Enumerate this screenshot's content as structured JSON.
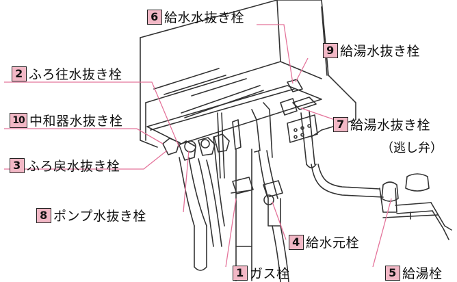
{
  "callouts": [
    {
      "id": "gas",
      "num": "1",
      "text": "ガス栓"
    },
    {
      "id": "bath-return",
      "num": "2",
      "text": "ふろ往水抜き栓"
    },
    {
      "id": "bath-back",
      "num": "3",
      "text": "ふろ戻水抜き栓"
    },
    {
      "id": "water-main",
      "num": "4",
      "text": "給水元栓"
    },
    {
      "id": "hot-water",
      "num": "5",
      "text": "給湯栓"
    },
    {
      "id": "water-drain",
      "num": "6",
      "text": "給水水抜き栓"
    },
    {
      "id": "hot-drain-relief",
      "num": "7",
      "text": "給湯水抜き栓",
      "note": "（逃し弁）"
    },
    {
      "id": "pump-drain",
      "num": "8",
      "text": "ポンプ水抜き栓"
    },
    {
      "id": "hot-drain",
      "num": "9",
      "text": "給湯水抜き栓"
    },
    {
      "id": "neutralizer-drain",
      "num": "10",
      "text": "中和器水抜き栓"
    }
  ],
  "colors": {
    "accent": "#e4739a",
    "badge": "#f2b8c6",
    "line": "#333333"
  }
}
